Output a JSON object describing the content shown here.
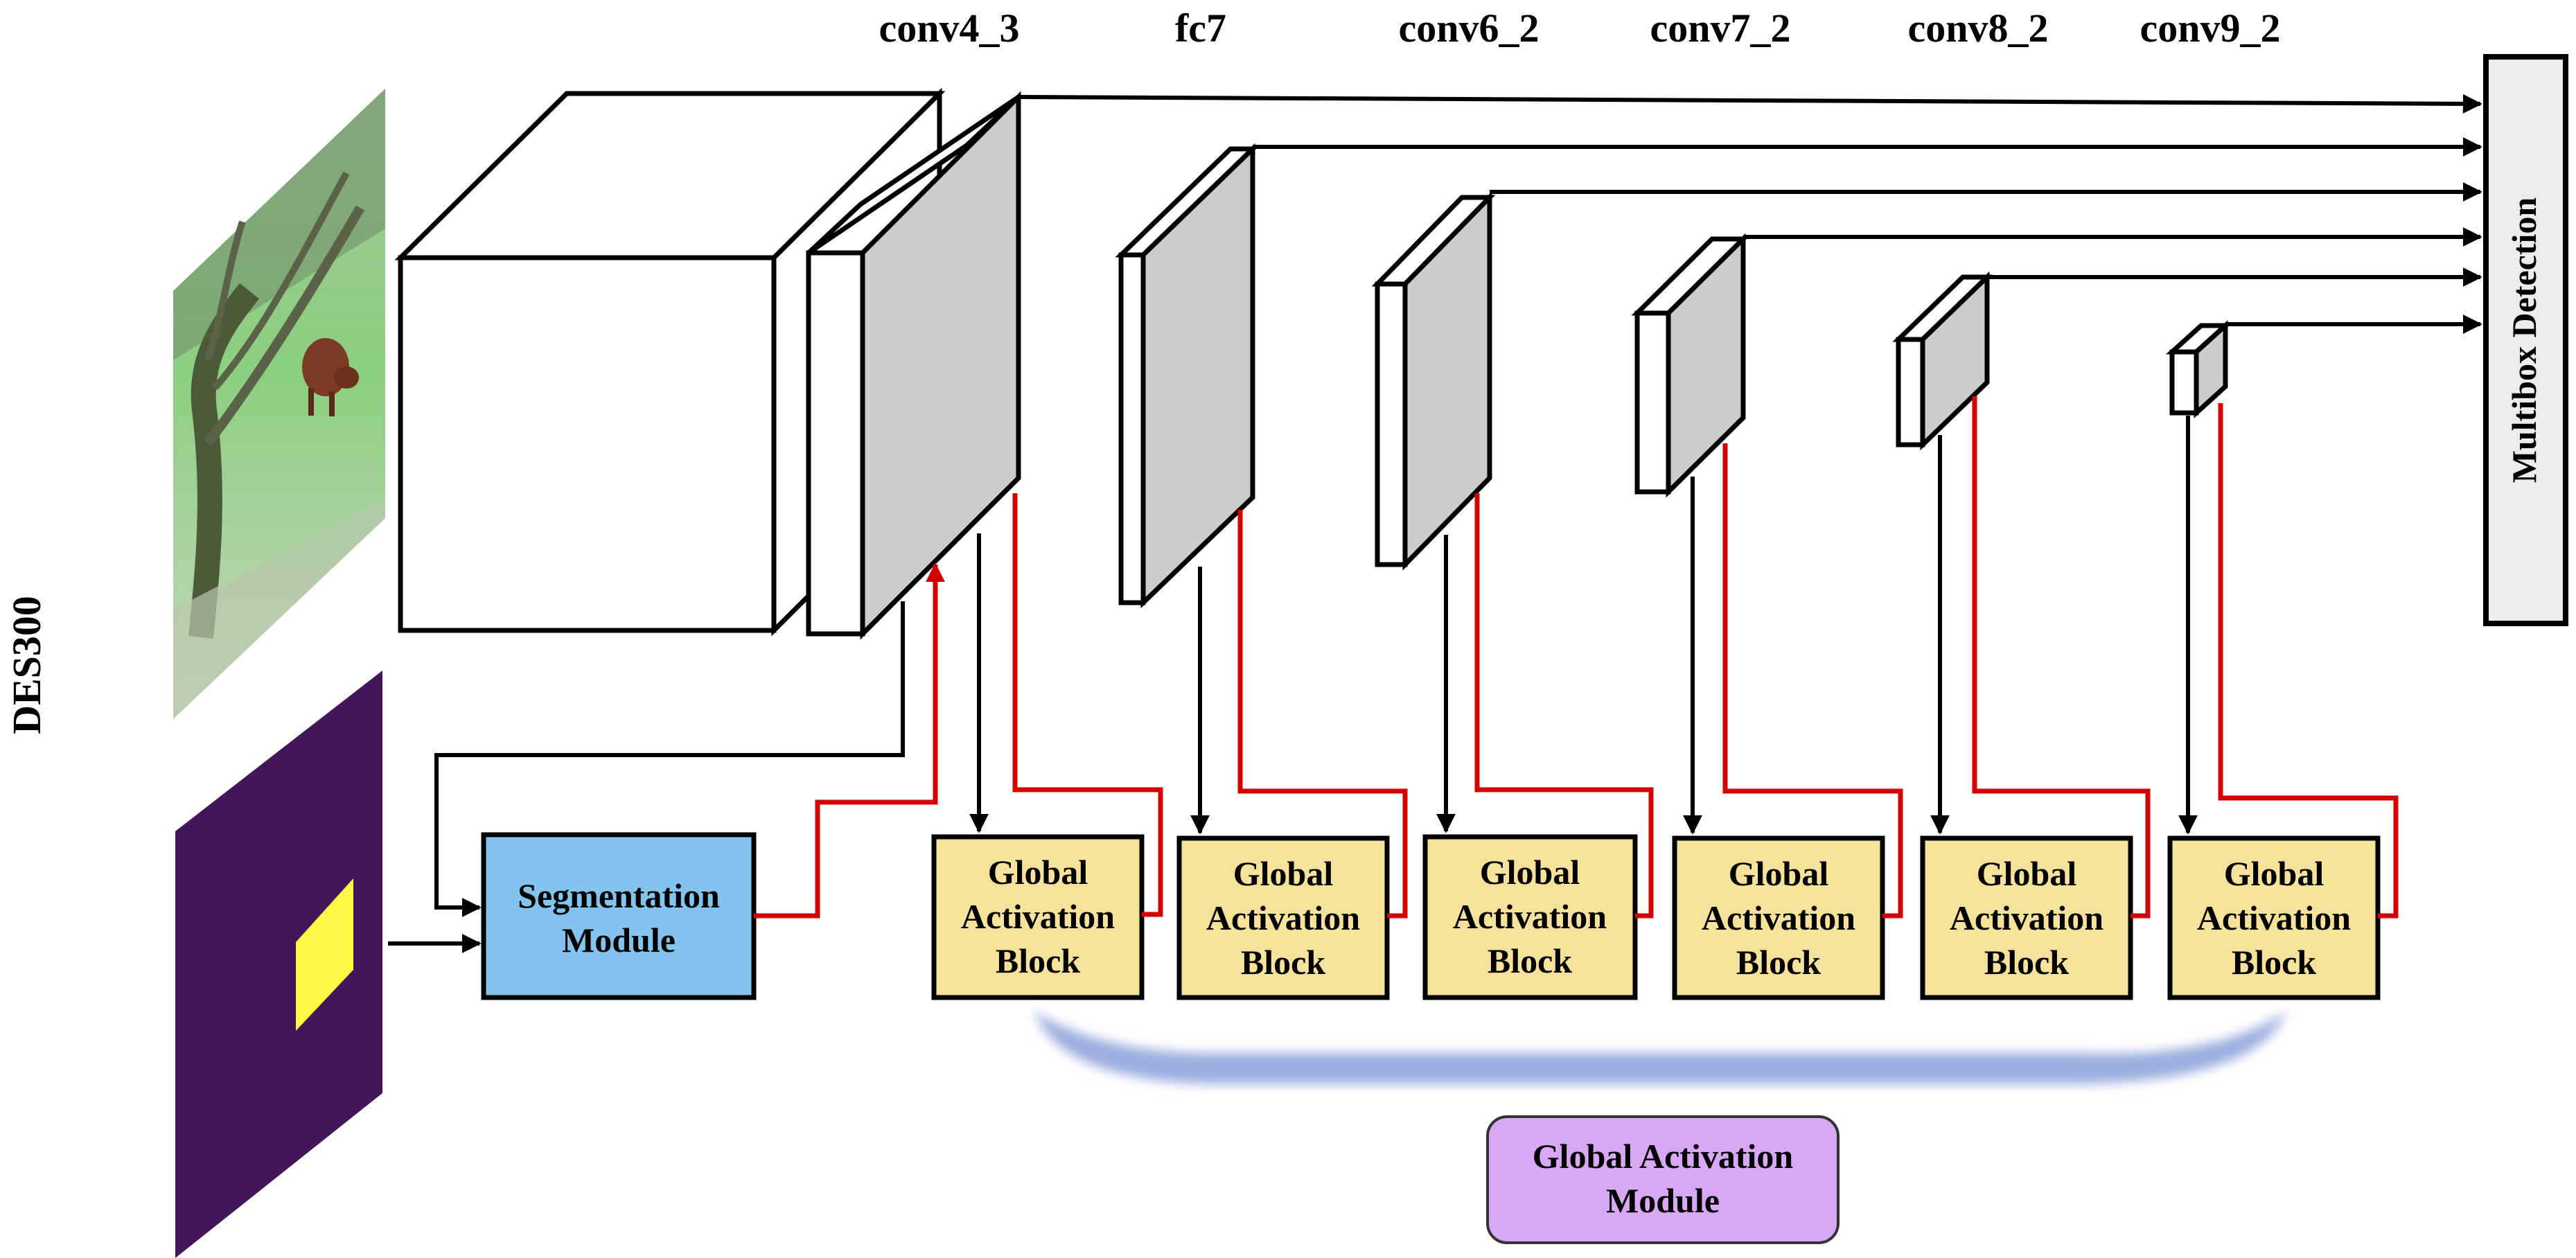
{
  "title": "DES300",
  "layers": [
    "conv4_3",
    "fc7",
    "conv6_2",
    "conv7_2",
    "conv8_2",
    "conv9_2"
  ],
  "detection_label": "Multibox Detection",
  "segmentation_module": {
    "line1": "Segmentation",
    "line2": "Module"
  },
  "gab_block": {
    "line1": "Global",
    "line2": "Activation",
    "line3": "Block"
  },
  "global_activation_module": {
    "line1": "Global Activation",
    "line2": "Module"
  },
  "colors": {
    "segmentation_fill": "#82c4ee",
    "gab_fill": "#f7e29c",
    "gam_fill": "#d8a8f5",
    "feature_face": "#cccccc",
    "mask_bg": "#421659",
    "mask_box": "#fdf945",
    "detection_fill": "#ececec",
    "red_arrow": "#d40000",
    "module_arc": "#8a9fd9"
  }
}
